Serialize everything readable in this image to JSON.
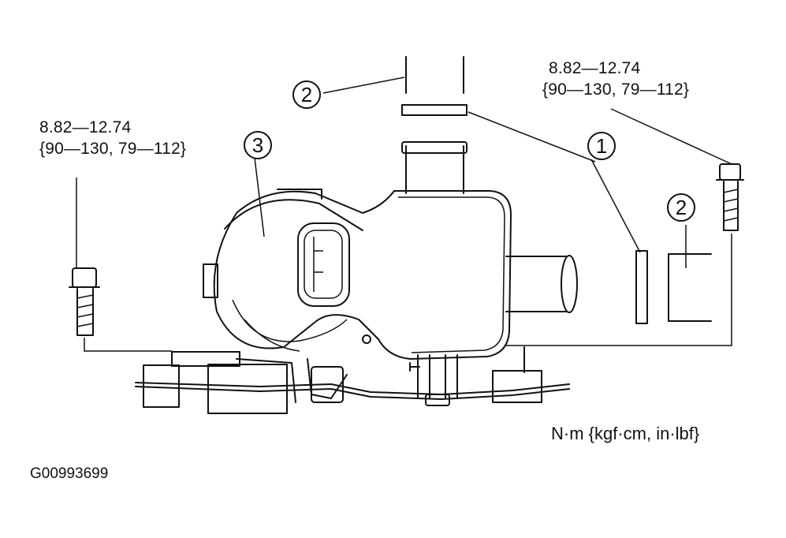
{
  "torque_specs": {
    "left": {
      "value": "8.82—12.74",
      "alt": "{90—130, 79—112}"
    },
    "right": {
      "value": "8.82—12.74",
      "alt": "{90—130, 79—112}"
    }
  },
  "callouts": {
    "c1": "1",
    "c2_top": "2",
    "c2_right": "2",
    "c3": "3"
  },
  "units_legend": "N·m {kgf·cm, in·lbf}",
  "figure_id": "G00993699"
}
